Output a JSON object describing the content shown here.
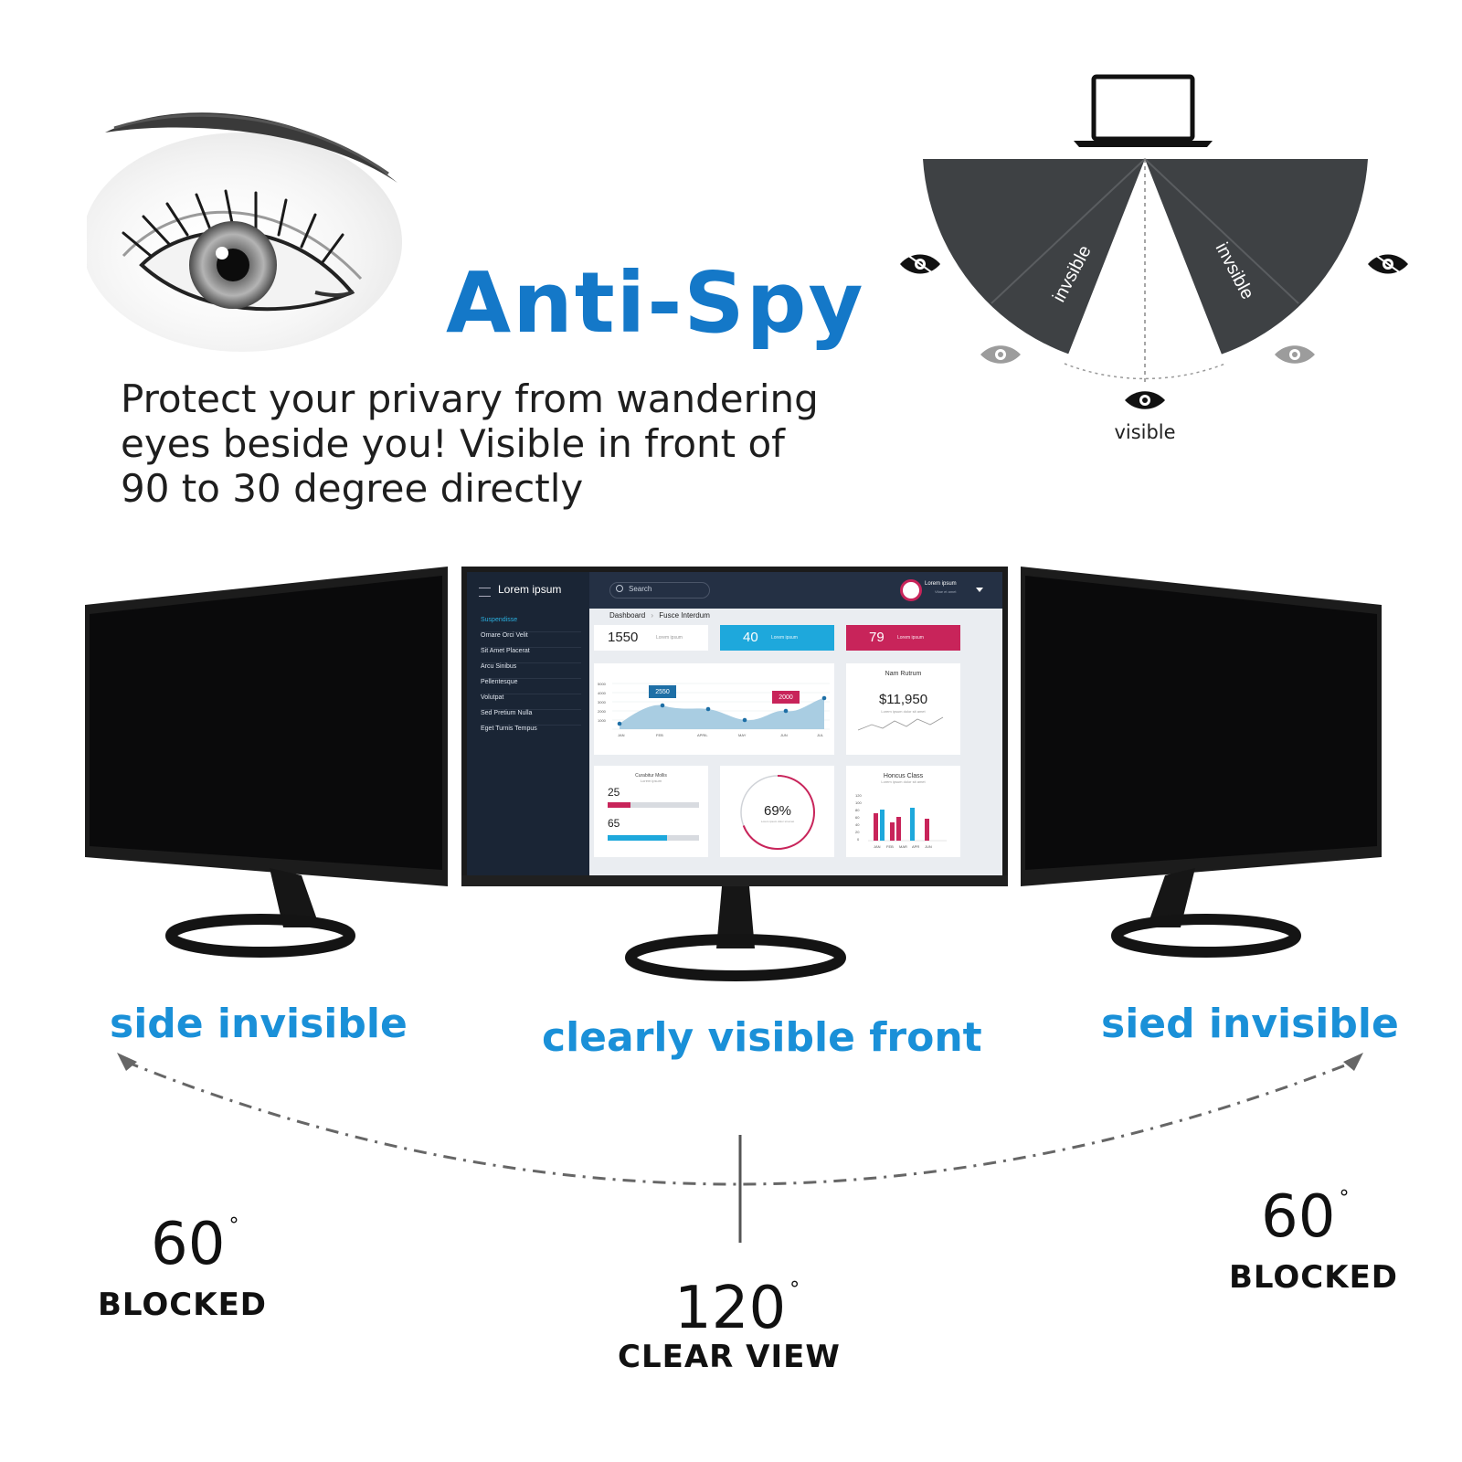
{
  "headline": "Anti-Spy",
  "tagline": {
    "lines": [
      "Protect your privary from wandering",
      "eyes beside you! Visible in front of",
      "90 to 30 degree directly"
    ]
  },
  "diagram": {
    "left_label": "invsible",
    "right_label": "invsible",
    "bottom_label": "visible"
  },
  "labels": {
    "left": "side invisible",
    "center": "clearly visible front",
    "right": "sied invisible"
  },
  "angles": {
    "left": {
      "degree": "60",
      "caption": "BLOCKED"
    },
    "center": {
      "degree": "120",
      "caption": "CLEAR VIEW"
    },
    "right": {
      "degree": "60",
      "caption": "BLOCKED"
    },
    "degree_symbol": "°"
  },
  "dashboard": {
    "app_title": "Lorem ipsum",
    "search_placeholder": "Search",
    "user_name": "Lorem ipsum",
    "user_sub": "Vitae et amet",
    "sidebar": [
      "Suspendisse",
      "Ornare Orci Velit",
      "Sit Amet Placerat",
      "Arcu Sinibus",
      "Pellentesque",
      "Volutpat",
      "Sed Pretium Nulla",
      "Eget Turnis Tempus"
    ],
    "breadcrumb": [
      "Dashboard",
      "Fusce Interdum"
    ],
    "stats": [
      {
        "value": "1550",
        "label": "Lorem ipsum",
        "color": "#ffffff"
      },
      {
        "value": "40",
        "label": "Lorem ipsum",
        "color": "#1ea8dc"
      },
      {
        "value": "79",
        "label": "Lorem ipsum",
        "color": "#c8245a"
      }
    ],
    "area_chart": {
      "y_ticks": [
        "5000",
        "4000",
        "3000",
        "2000",
        "1000"
      ],
      "x_ticks": [
        "JAN",
        "FEB",
        "APRIL",
        "MAY",
        "JUN",
        "JUL"
      ],
      "callouts": [
        "2550",
        "2000"
      ]
    },
    "price_card": {
      "title": "Nam Rutrum",
      "value": "$11,950",
      "sub": "Lorem ipsum dolor sit amet"
    },
    "progress_card": {
      "title": "Curabitur Mollis",
      "sub": "Lorem ipsum",
      "items": [
        {
          "value": "25",
          "fill": 0.25,
          "color": "#c8245a"
        },
        {
          "value": "65",
          "fill": 0.65,
          "color": "#1ea8dc"
        }
      ]
    },
    "donut": {
      "value": "69%",
      "fraction": 0.69,
      "sub": "Lorem ipsum dolor sit amet"
    },
    "bar_card": {
      "title": "Honcus Class",
      "sub": "Lorem ipsum dolor sit amet",
      "y_ticks": [
        "120",
        "100",
        "80",
        "60",
        "40",
        "20",
        "0"
      ],
      "x_ticks": [
        "JAN",
        "FEB",
        "MAR",
        "APR",
        "JUN"
      ]
    }
  }
}
